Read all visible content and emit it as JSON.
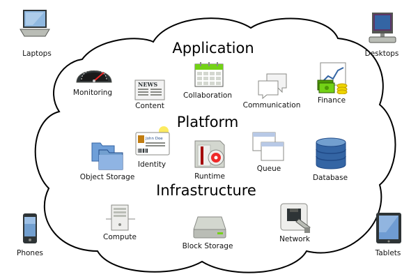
{
  "sections": {
    "application": "Application",
    "platform": "Platform",
    "infrastructure": "Infrastructure"
  },
  "application_items": {
    "monitoring": "Monitoring",
    "content": "Content",
    "collaboration": "Collaboration",
    "communication": "Communication",
    "finance": "Finance"
  },
  "platform_items": {
    "object_storage": "Object Storage",
    "identity": "Identity",
    "runtime": "Runtime",
    "queue": "Queue",
    "database": "Database"
  },
  "infrastructure_items": {
    "compute": "Compute",
    "block_storage": "Block Storage",
    "network": "Network"
  },
  "devices": {
    "laptops": "Laptops",
    "desktops": "Desktops",
    "phones": "Phones",
    "tablets": "Tablets"
  },
  "icon_text": {
    "news": "NEWS",
    "john_doe": "John Doe"
  }
}
